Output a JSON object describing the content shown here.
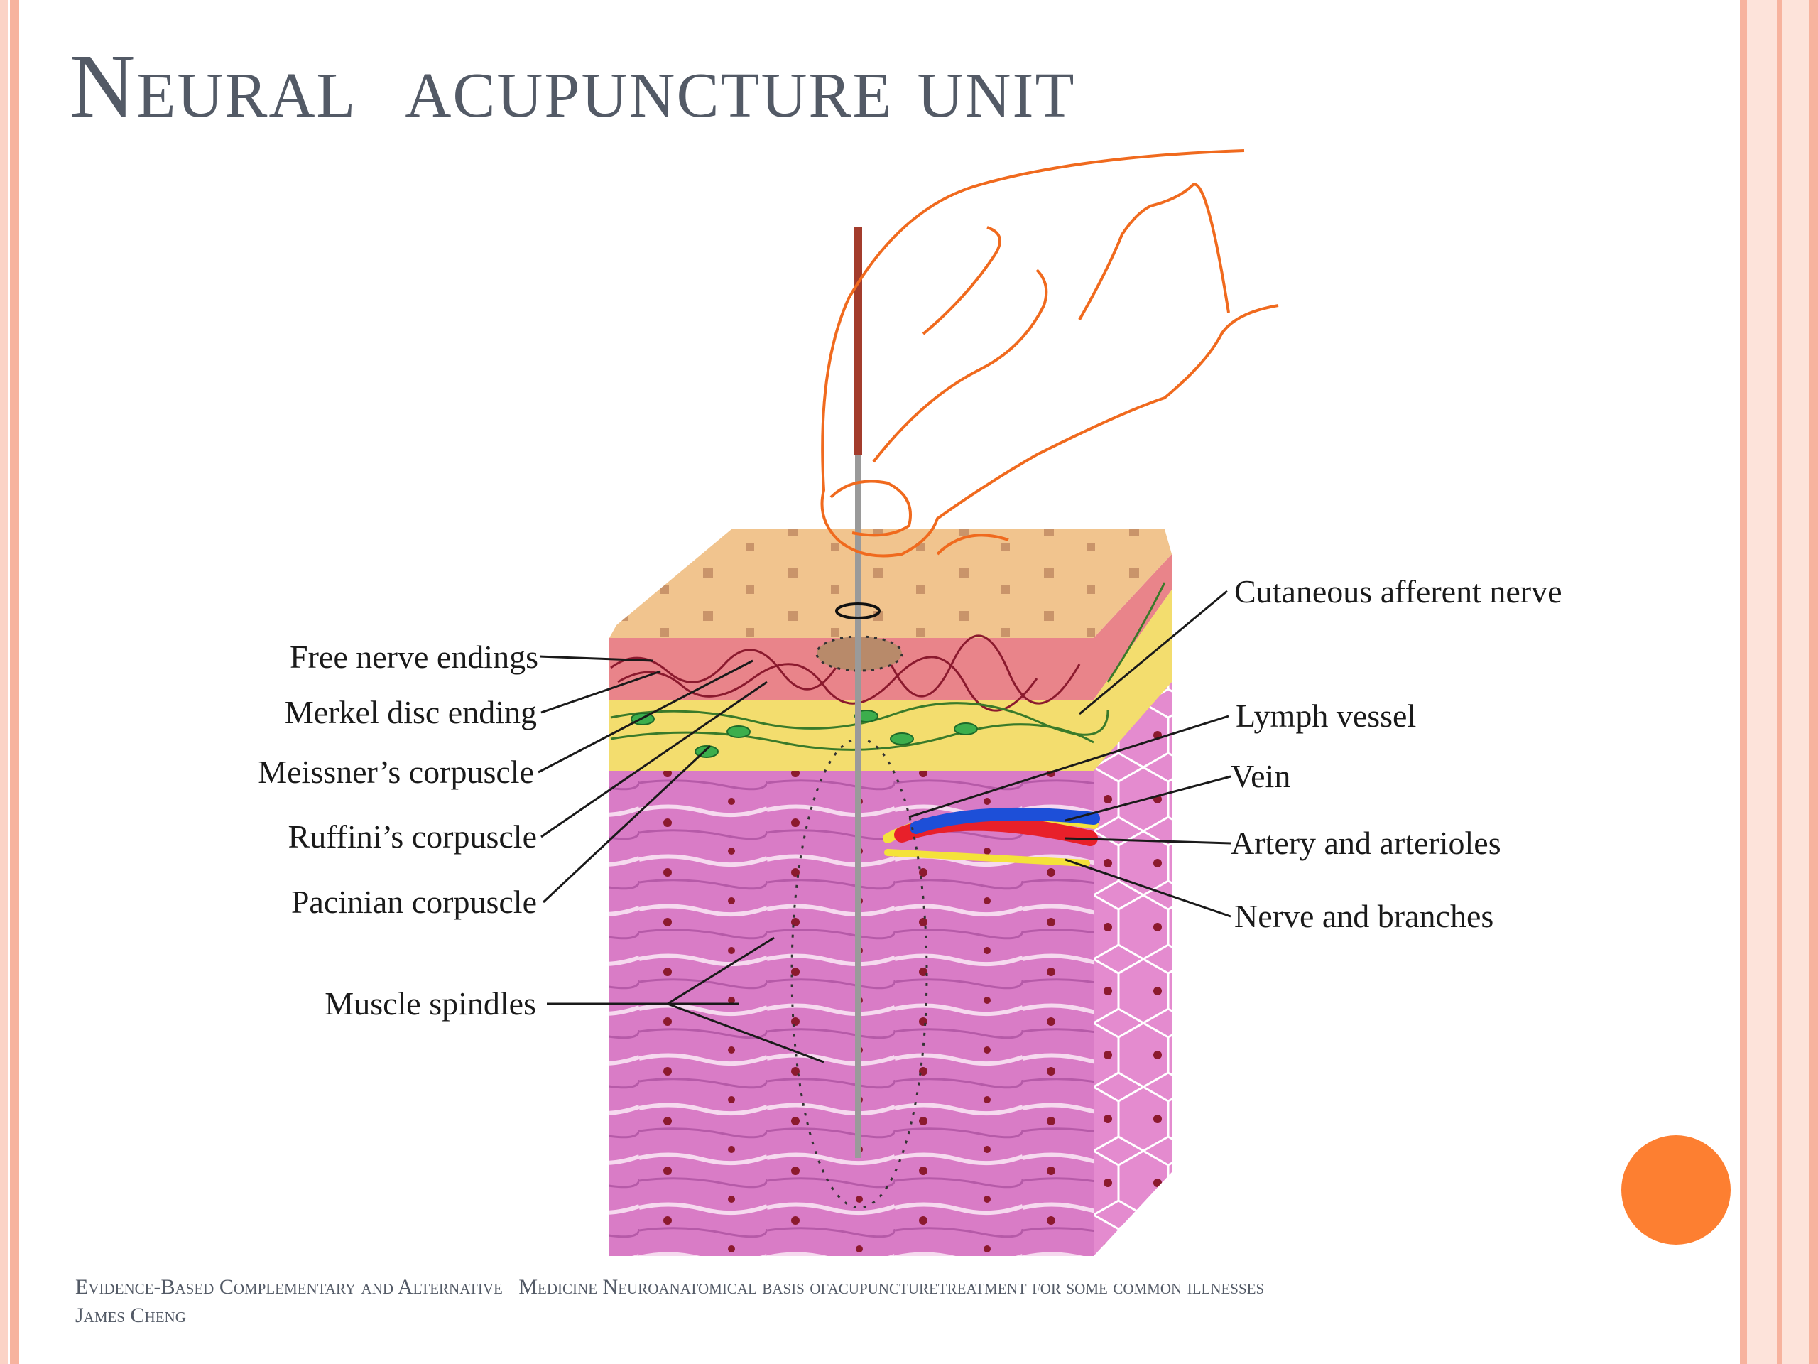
{
  "slide": {
    "title": "Neural  acupuncture unit",
    "accent_color": "#fd7f31",
    "frame_color": "#f7b39e"
  },
  "diagram": {
    "left_labels": [
      "Free nerve endings",
      "Merkel disc ending",
      "Meissner’s corpuscle",
      "Ruffini’s corpuscle",
      "Pacinian corpuscle",
      "Muscle spindles"
    ],
    "right_labels": [
      "Cutaneous afferent nerve",
      "Lymph vessel",
      "Vein",
      "Artery and arterioles",
      "Nerve and branches"
    ],
    "colors": {
      "skin_surface": "#f0c48c",
      "dermis": "#e9848a",
      "fat_layer": "#f3dd6e",
      "muscle": "#d77ac4",
      "artery": "#e8202a",
      "vein": "#1d4fd8",
      "nerve": "#f4e23a",
      "hand_outline": "#f06a1e"
    }
  },
  "footer": {
    "line1": "Evidence-Based Complementary and Alternative   Medicine Neuroanatomical basis ofacupuncturetreatment for some common illnesses",
    "line2": "James Cheng"
  }
}
